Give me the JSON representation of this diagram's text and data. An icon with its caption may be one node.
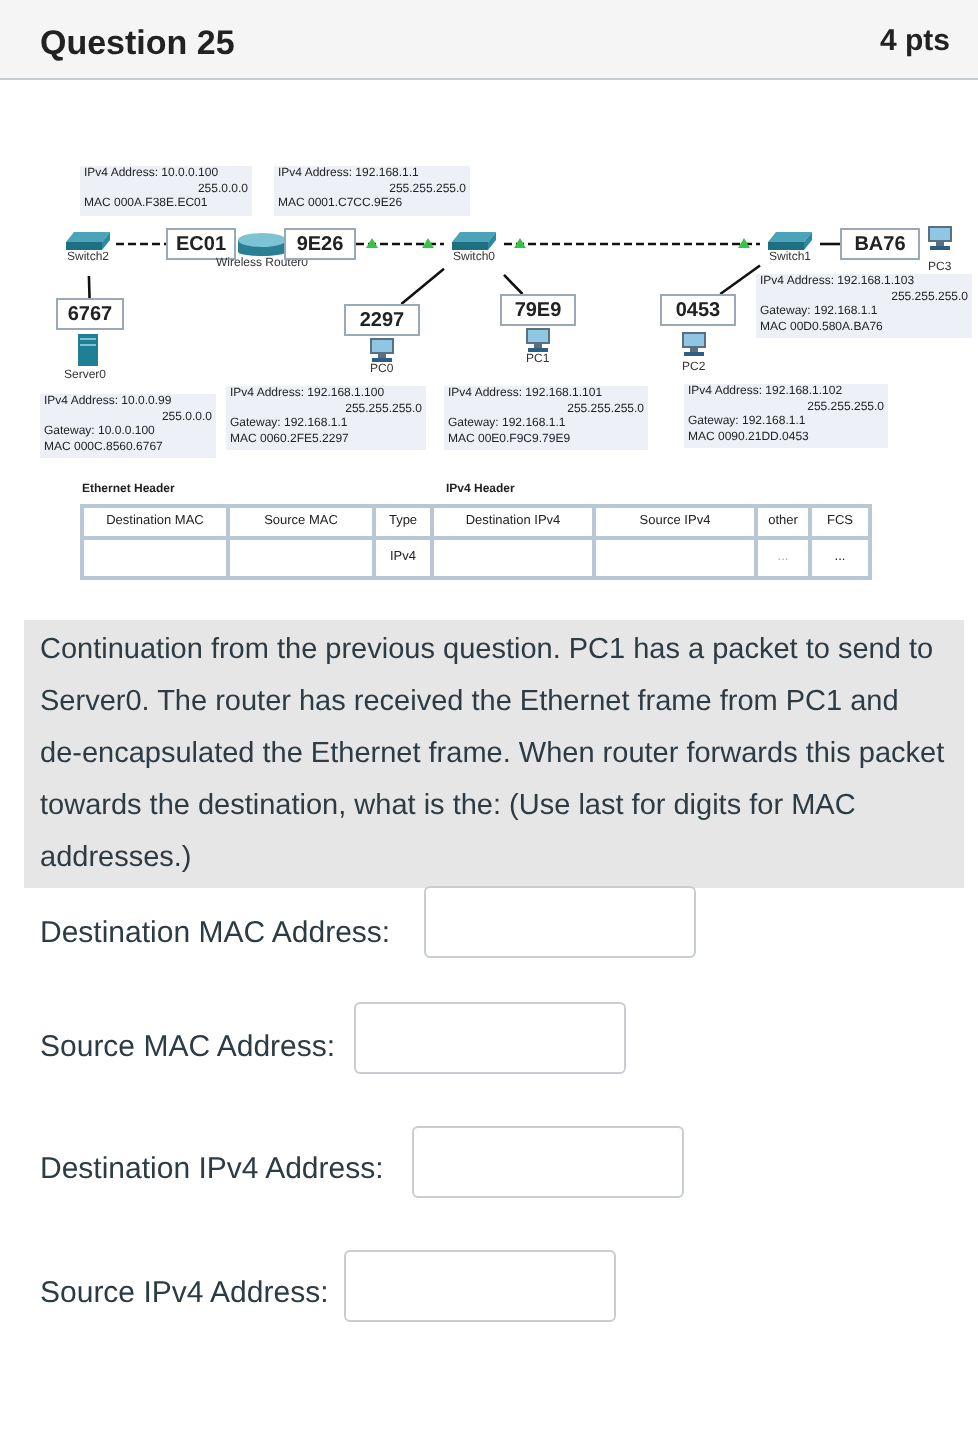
{
  "diagram": {
    "title": "Question 25",
    "nodes": [
      {
        "text": [
          "Switch2"
        ]
      },
      {
        "text": [
          "EC01"
        ]
      },
      {
        "text": [
          "Wireless Router0"
        ]
      },
      {
        "text": [
          "9E26"
        ]
      },
      {
        "text": [
          "Switch0"
        ]
      },
      {
        "text": [
          "Switch1"
        ]
      },
      {
        "text": [
          "BA76"
        ],
        "beside": [
          "PC3"
        ]
      },
      {
        "text": [
          "6767"
        ],
        "beside": [
          "Server0"
        ]
      },
      {
        "text": [
          "2297"
        ],
        "beside": [
          "PC0"
        ]
      },
      {
        "text": [
          "79E9"
        ],
        "beside": [
          "PC1"
        ]
      },
      {
        "text": [
          "0453"
        ],
        "beside": [
          "PC2"
        ]
      }
    ],
    "edges": [
      {
        "from": 0,
        "to": 1,
        "arrow": "none",
        "style": "dashed"
      },
      {
        "from": 3,
        "to": 4,
        "arrow": "none",
        "style": "dashed"
      },
      {
        "from": 4,
        "to": 5,
        "arrow": "none",
        "style": "dashed"
      },
      {
        "from": 5,
        "to": 6,
        "arrow": "none"
      },
      {
        "from": 0,
        "to": 7,
        "arrow": "none"
      },
      {
        "from": 4,
        "to": 8,
        "arrow": "none"
      },
      {
        "from": 4,
        "to": 9,
        "arrow": "none"
      },
      {
        "from": 5,
        "to": 10,
        "arrow": "none"
      }
    ],
    "labels": [
      "4 pts",
      "IPv4 Address: 10.0.0.100",
      "255.0.0.0",
      "MAC 000A.F38E.EC01",
      "IPv4 Address: 192.168.1.1",
      "255.255.255.0",
      "MAC 0001.C7CC.9E26",
      "IPv4 Address: 192.168.1.103",
      "255.255.255.0",
      "Gateway: 192.168.1.1",
      "MAC 00D0.580A.BA76",
      "IPv4 Address: 10.0.0.99",
      "255.0.0.0",
      "Gateway: 10.0.0.100",
      "MAC 000C.8560.6767",
      "IPv4 Address: 192.168.1.100",
      "255.255.255.0",
      "Gateway: 192.168.1.1",
      "MAC 0060.2FE5.2297",
      "IPv4 Address: 192.168.1.101",
      "255.255.255.0",
      "Gateway: 192.168.1.1",
      "MAC 00E0.F9C9.79E9",
      "IPv4 Address: 192.168.1.102",
      "255.255.255.0",
      "Gateway: 192.168.1.1",
      "MAC 0090.21DD.0453",
      "Ethernet Header",
      "IPv4 Header",
      "Destination MAC",
      "Source MAC",
      "Type",
      "Destination IPv4",
      "Source IPv4",
      "other",
      "FCS",
      "IPv4",
      "...",
      "...",
      "Continuation from the previous question. PC1 has a packet to send to Server0. The router has received the Ethernet frame from PC1 and de-encapsulated the Ethernet frame. When router forwards this packet towards the destination, what is the: (Use last for digits for MAC addresses.)",
      "Destination MAC Address:",
      "Source MAC Address:",
      "Destination IPv4 Address:",
      "Source IPv4 Address:"
    ]
  }
}
